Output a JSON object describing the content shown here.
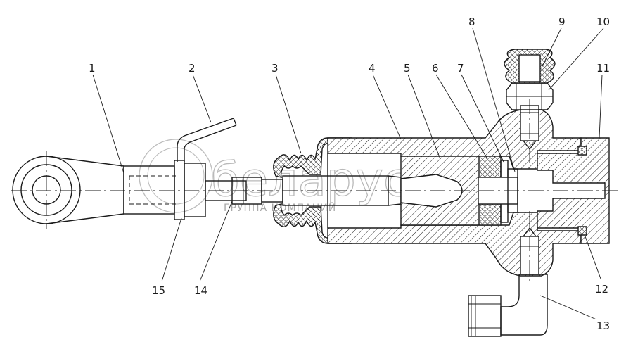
{
  "callouts": [
    {
      "id": "1",
      "text": "1"
    },
    {
      "id": "2",
      "text": "2"
    },
    {
      "id": "3",
      "text": "3"
    },
    {
      "id": "4",
      "text": "4"
    },
    {
      "id": "5",
      "text": "5"
    },
    {
      "id": "6",
      "text": "6"
    },
    {
      "id": "7",
      "text": "7"
    },
    {
      "id": "8",
      "text": "8"
    },
    {
      "id": "9",
      "text": "9"
    },
    {
      "id": "10",
      "text": "10"
    },
    {
      "id": "11",
      "text": "11"
    },
    {
      "id": "12",
      "text": "12"
    },
    {
      "id": "13",
      "text": "13"
    },
    {
      "id": "14",
      "text": "14"
    },
    {
      "id": "15",
      "text": "15"
    }
  ],
  "watermark": {
    "logo": "беларус",
    "subtitle": "ГРУППА КОМПАНИЙ"
  },
  "colors": {
    "line": "#1a1a1a",
    "watermark": "#b9b9b9",
    "background": "#ffffff"
  }
}
